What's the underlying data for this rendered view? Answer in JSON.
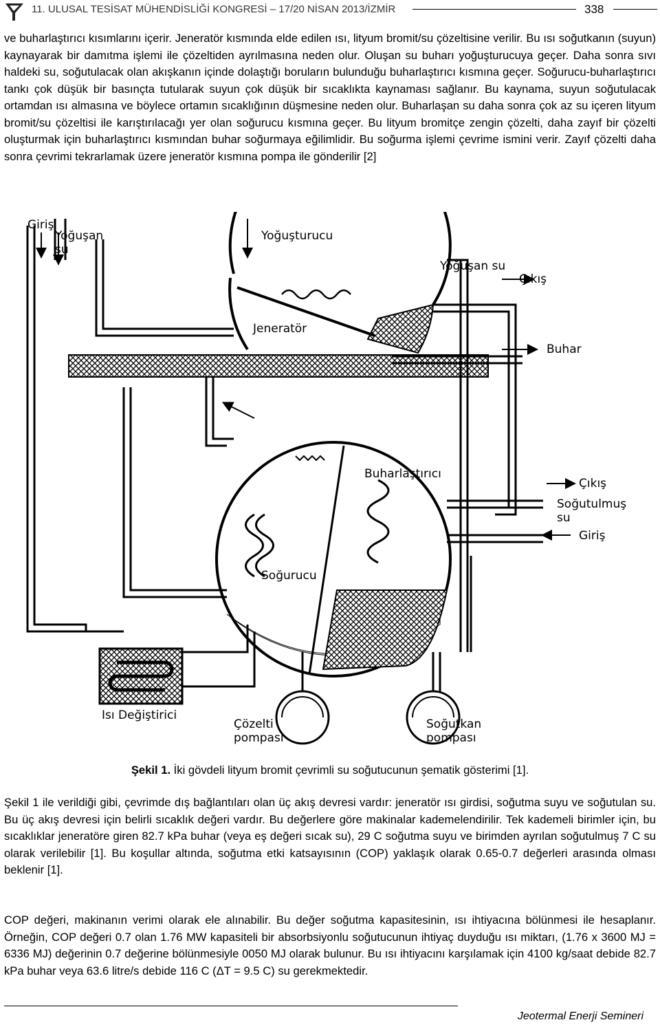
{
  "header": {
    "conference": "11. ULUSAL TESİSAT MÜHENDİSLİĞİ KONGRESİ – 17/20 NİSAN 2013/İZMİR",
    "page_number": "338"
  },
  "paragraphs": {
    "intro": "ve buharlaştırıcı kısımlarını içerir. Jeneratör kısmında elde edilen ısı, lityum bromit/su çözeltisine verilir. Bu ısı soğutkanın (suyun) kaynayarak bir damıtma işlemi ile çözeltiden ayrılmasına neden olur. Oluşan su buharı yoğuşturucuya geçer. Daha sonra sıvı haldeki su, soğutulacak olan akışkanın içinde dolaştığı boruların bulunduğu buharlaştırıcı kısmına geçer. Soğurucu-buharlaştırıcı tankı çok düşük bir basınçta tutularak suyun çok düşük bir sıcaklıkta kaynaması sağlanır. Bu kaynama, suyun soğutulacak ortamdan ısı almasına ve böylece ortamın sıcaklığının düşmesine neden olur. Buharlaşan su daha sonra çok az su içeren lityum bromit/su çözeltisi ile karıştırılacağı yer olan soğurucu kısmına geçer. Bu lityum bromitçe zengin çözelti, daha zayıf bir çözelti oluşturmak için buharlaştırıcı kısmından buhar soğurmaya eğilimlidir. Bu soğurma işlemi çevrime ismini verir. Zayıf çözelti daha sonra çevrimi tekrarlamak üzere jeneratör kısmına pompa ile gönderilir [2]",
    "p2": "Şekil 1 ile verildiği gibi, çevrimde dış bağlantıları olan üç akış devresi vardır: jeneratör ısı girdisi, soğutma suyu ve soğutulan su. Bu üç akış devresi için belirli sıcaklık değeri vardır. Bu değerlere göre makinalar kademelendirilir. Tek kademeli birimler için, bu sıcaklıklar jeneratöre giren 82.7 kPa buhar (veya eş değeri sıcak su), 29 C soğutma suyu ve birimden ayrılan soğutulmuş 7 C su olarak verilebilir [1]. Bu koşullar altında, soğutma etki katsayısının (COP) yaklaşık olarak 0.65-0.7 değerleri arasında olması beklenir [1].",
    "p3": "COP değeri, makinanın verimi olarak ele alınabilir. Bu değer soğutma kapasitesinin, ısı ihtiyacına bölünmesi ile hesaplanır. Örneğin, COP değeri 0.7 olan 1.76 MW kapasiteli bir absorbsiyonlu soğutucunun ihtiyaç duyduğu ısı miktarı, (1.76 x 3600 MJ = 6336 MJ) değerinin 0.7 değerine bölünmesiyle 0050 MJ olarak bulunur. Bu ısı ihtiyacını karşılamak için 4100 kg/saat debide 82.7 kPa buhar veya 63.6 litre/s debide 116 C (ΔT = 9.5 C) su gerekmektedir."
  },
  "figure": {
    "caption_label": "Şekil 1.",
    "caption_text": " İki gövdeli lityum bromit çevrimli su soğutucunun şematik gösterimi [1].",
    "labels": {
      "giris_top": "Giriş",
      "yogusan_su_left_1": "Yoğuşan",
      "yogusan_su_left_2": "su",
      "yogusturucu": "Yoğuşturucu",
      "yogusan_su_right": "Yoğuşan su",
      "cikis_top": "Çıkış",
      "jenerator": "Jeneratör",
      "buhar": "Buhar",
      "buharlastirici": "Buharlaştırıcı",
      "cikis_right": "Çıkış",
      "sogutulmus_su_1": "Soğutulmuş",
      "sogutulmus_su_2": "su",
      "giris_right": "Giriş",
      "sogurucu": "Soğurucu",
      "isi_degistirici": "Isı Değiştirici",
      "cozelti_pompasi_1": "Çözelti",
      "cozelti_pompasi_2": "pompası",
      "sogutkan_pompasi_1": "Soğutkan",
      "sogutkan_pompasi_2": "pompası"
    }
  },
  "footer": {
    "text": "Jeotermal Enerji Semineri"
  }
}
